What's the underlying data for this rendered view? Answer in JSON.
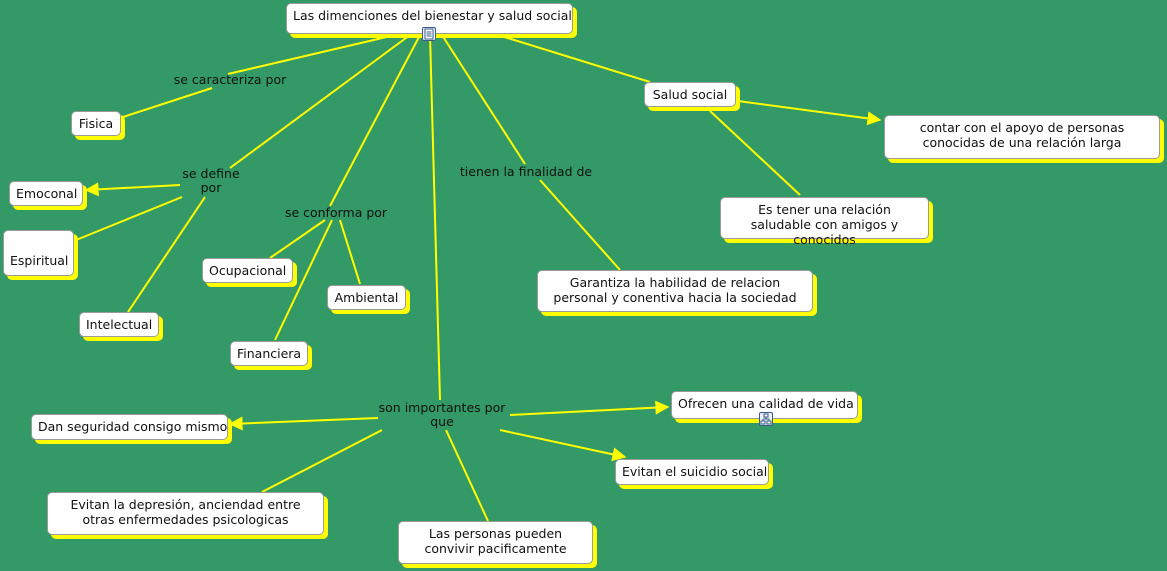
{
  "concept_map": {
    "root": "Las dimenciones del bienestar y salud social",
    "nodes": {
      "fisica": "Fisica",
      "emocional": "Emoconal",
      "espiritual": "Espiritual",
      "intelectual": "Intelectual",
      "ocupacional": "Ocupacional",
      "ambiental": "Ambiental",
      "financiera": "Financiera",
      "salud_social": "Salud social",
      "apoyo": "contar con el apoyo de personas conocidas de una relación larga",
      "relacion": "Es tener una relación saludable con amigos y conocidos",
      "garantiza": "Garantiza la habilidad de relacion personal y conentiva hacia la sociedad",
      "calidad": "Ofrecen una calidad de vida",
      "seguridad": "Dan seguridad consigo mismo",
      "suicidio": "Evitan el suicidio social",
      "depresion": "Evitan la depresión, anciendad entre otras enfermedades psicologicas",
      "convivir": "Las personas pueden convivir pacificamente"
    },
    "labels": {
      "se_caracteriza_por": "se caracteriza por",
      "se_define_por": "se define por",
      "se_conforma_por": "se conforma por",
      "tienen_la_finalidad_de": "tienen la finalidad de",
      "son_importantes_por_que": "son importantes por que"
    },
    "icons": {
      "root_icon": "document-icon",
      "calidad_icon": "sitemap-icon"
    },
    "colors": {
      "background": "#339966",
      "connector": "#ffff00",
      "node_fill": "#ffffff",
      "node_shadow": "#ffff00"
    }
  }
}
